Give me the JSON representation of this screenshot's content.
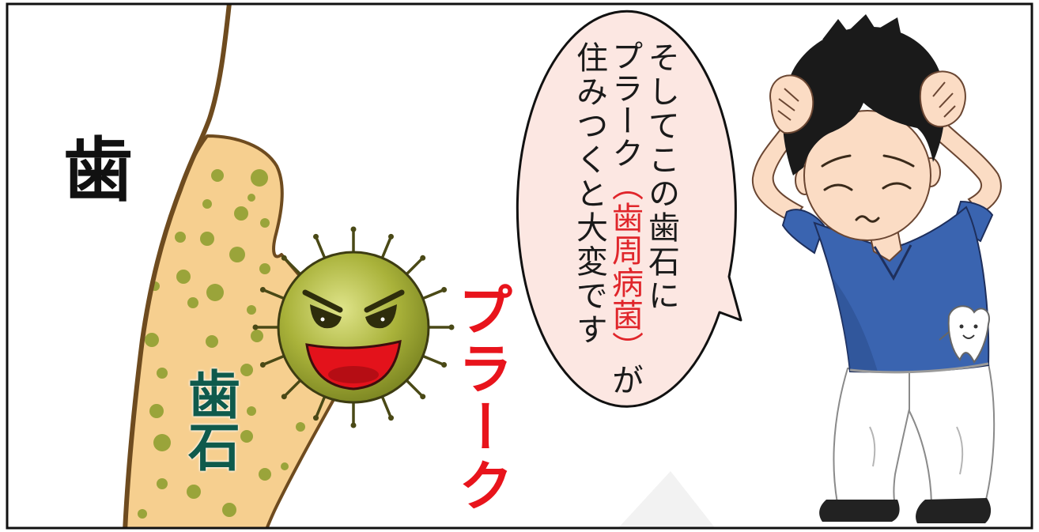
{
  "panel": {
    "tooth_label": "歯",
    "tartar_label": "歯石",
    "plaque_label": "プラーク",
    "speech_bubble": {
      "line1": "そしてこの歯石に",
      "line2_start": "プラーク",
      "line2_highlight": "（歯周病菌）",
      "line2_end": "が",
      "line3": "住みつくと大変です"
    }
  },
  "colors": {
    "tooth_label": "#111111",
    "tartar_label": "#0f5a4c",
    "plaque_label": "#e8141c",
    "highlight": "#e0262b",
    "speech_text": "#1a1a1a",
    "bubble_fill": "#fce7e2",
    "tartar_fill": "#f6cf8f",
    "tooth_outline": "#6e4b1f",
    "germ": "#a9b23a",
    "germ_mouth": "#e3121b",
    "shirt": "#3a64b0",
    "hair": "#1a1a1a",
    "skin": "#fbdcc4"
  }
}
